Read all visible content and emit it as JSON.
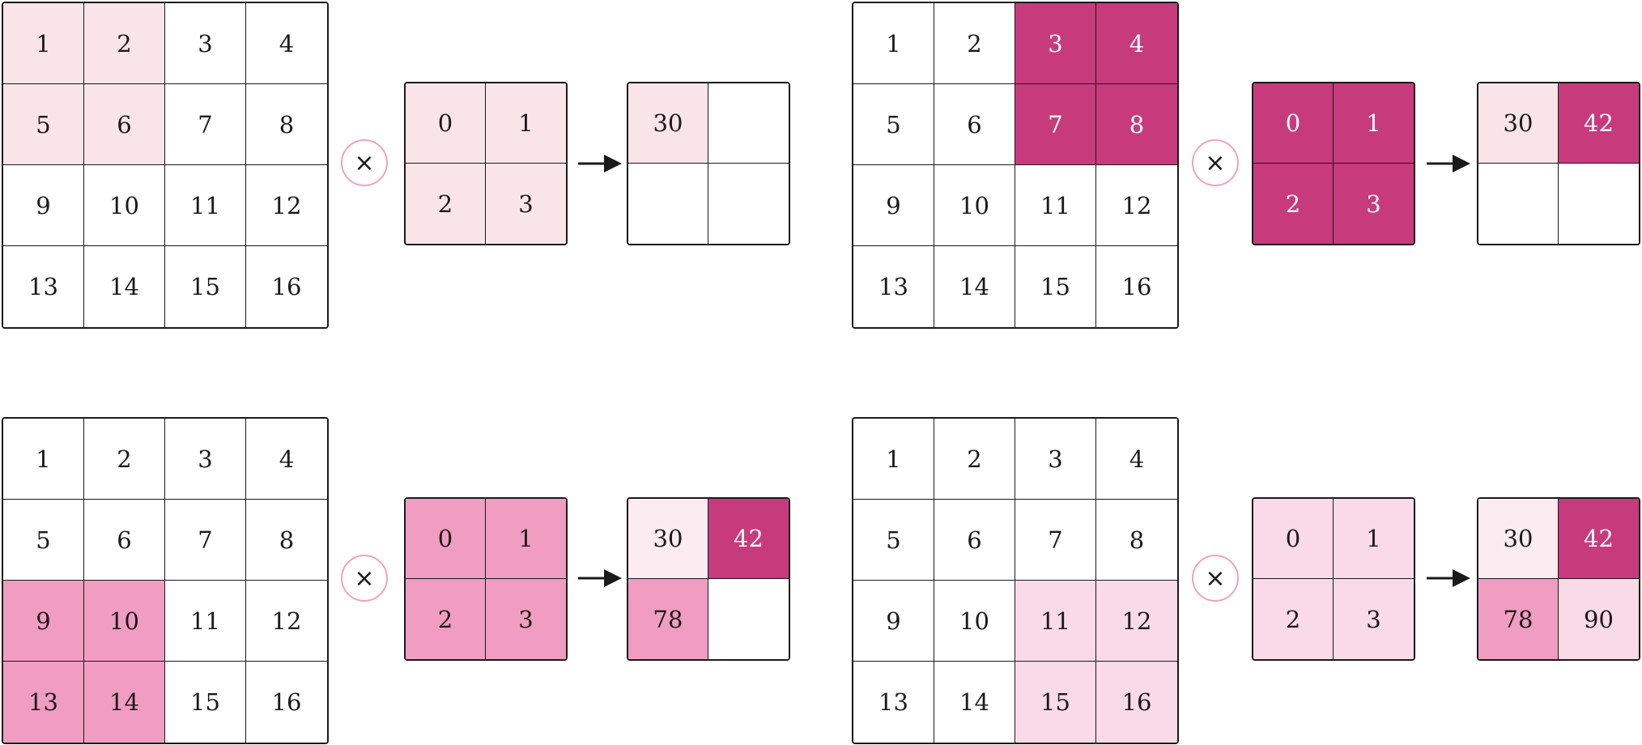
{
  "colors": {
    "white": "#ffffff",
    "pale": "#f9e4ea",
    "lightest": "#fbecf1",
    "light": "#f9dae6",
    "medium": "#f09dc1",
    "dark": "#c73b7d",
    "text": "#1a1a1a",
    "text_on_dark": "#ffffff",
    "operator_ring": "#eea3bf"
  },
  "operator_symbol": "×",
  "panels": [
    {
      "input": {
        "values": [
          "1",
          "2",
          "3",
          "4",
          "5",
          "6",
          "7",
          "8",
          "9",
          "10",
          "11",
          "12",
          "13",
          "14",
          "15",
          "16"
        ],
        "fills": [
          "pale",
          "pale",
          "white",
          "white",
          "pale",
          "pale",
          "white",
          "white",
          "white",
          "white",
          "white",
          "white",
          "white",
          "white",
          "white",
          "white"
        ]
      },
      "kernel": {
        "values": [
          "0",
          "1",
          "2",
          "3"
        ],
        "fills": [
          "pale",
          "pale",
          "pale",
          "pale"
        ]
      },
      "output": {
        "values": [
          "30",
          "",
          "",
          ""
        ],
        "fills": [
          "pale",
          "white",
          "white",
          "white"
        ]
      }
    },
    {
      "input": {
        "values": [
          "1",
          "2",
          "3",
          "4",
          "5",
          "6",
          "7",
          "8",
          "9",
          "10",
          "11",
          "12",
          "13",
          "14",
          "15",
          "16"
        ],
        "fills": [
          "white",
          "white",
          "dark",
          "dark",
          "white",
          "white",
          "dark",
          "dark",
          "white",
          "white",
          "white",
          "white",
          "white",
          "white",
          "white",
          "white"
        ]
      },
      "kernel": {
        "values": [
          "0",
          "1",
          "2",
          "3"
        ],
        "fills": [
          "dark",
          "dark",
          "dark",
          "dark"
        ]
      },
      "output": {
        "values": [
          "30",
          "42",
          "",
          ""
        ],
        "fills": [
          "pale",
          "dark",
          "white",
          "white"
        ]
      }
    },
    {
      "input": {
        "values": [
          "1",
          "2",
          "3",
          "4",
          "5",
          "6",
          "7",
          "8",
          "9",
          "10",
          "11",
          "12",
          "13",
          "14",
          "15",
          "16"
        ],
        "fills": [
          "white",
          "white",
          "white",
          "white",
          "white",
          "white",
          "white",
          "white",
          "medium",
          "medium",
          "white",
          "white",
          "medium",
          "medium",
          "white",
          "white"
        ]
      },
      "kernel": {
        "values": [
          "0",
          "1",
          "2",
          "3"
        ],
        "fills": [
          "medium",
          "medium",
          "medium",
          "medium"
        ]
      },
      "output": {
        "values": [
          "30",
          "42",
          "78",
          ""
        ],
        "fills": [
          "lightest",
          "dark",
          "medium",
          "white"
        ]
      }
    },
    {
      "input": {
        "values": [
          "1",
          "2",
          "3",
          "4",
          "5",
          "6",
          "7",
          "8",
          "9",
          "10",
          "11",
          "12",
          "13",
          "14",
          "15",
          "16"
        ],
        "fills": [
          "white",
          "white",
          "white",
          "white",
          "white",
          "white",
          "white",
          "white",
          "white",
          "white",
          "light",
          "light",
          "white",
          "white",
          "light",
          "light"
        ]
      },
      "kernel": {
        "values": [
          "0",
          "1",
          "2",
          "3"
        ],
        "fills": [
          "light",
          "light",
          "light",
          "light"
        ]
      },
      "output": {
        "values": [
          "30",
          "42",
          "78",
          "90"
        ],
        "fills": [
          "lightest",
          "dark",
          "medium",
          "light"
        ]
      }
    }
  ]
}
